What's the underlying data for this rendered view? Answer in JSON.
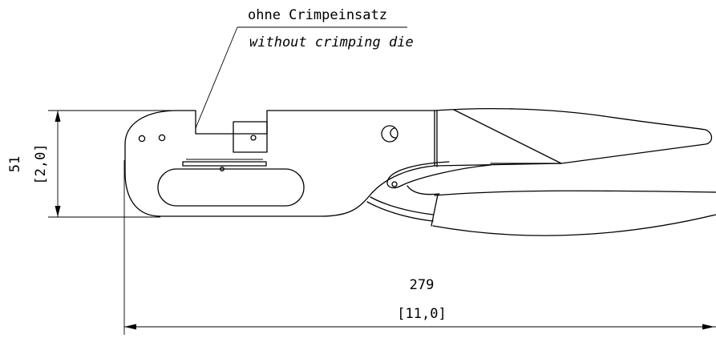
{
  "labels": {
    "german": "ohne Crimpeinsatz",
    "english": "without crimping die"
  },
  "dimensions": {
    "height_mm": "51",
    "height_in": "[2,0]",
    "length_mm": "279",
    "length_in": "[11,0]"
  }
}
